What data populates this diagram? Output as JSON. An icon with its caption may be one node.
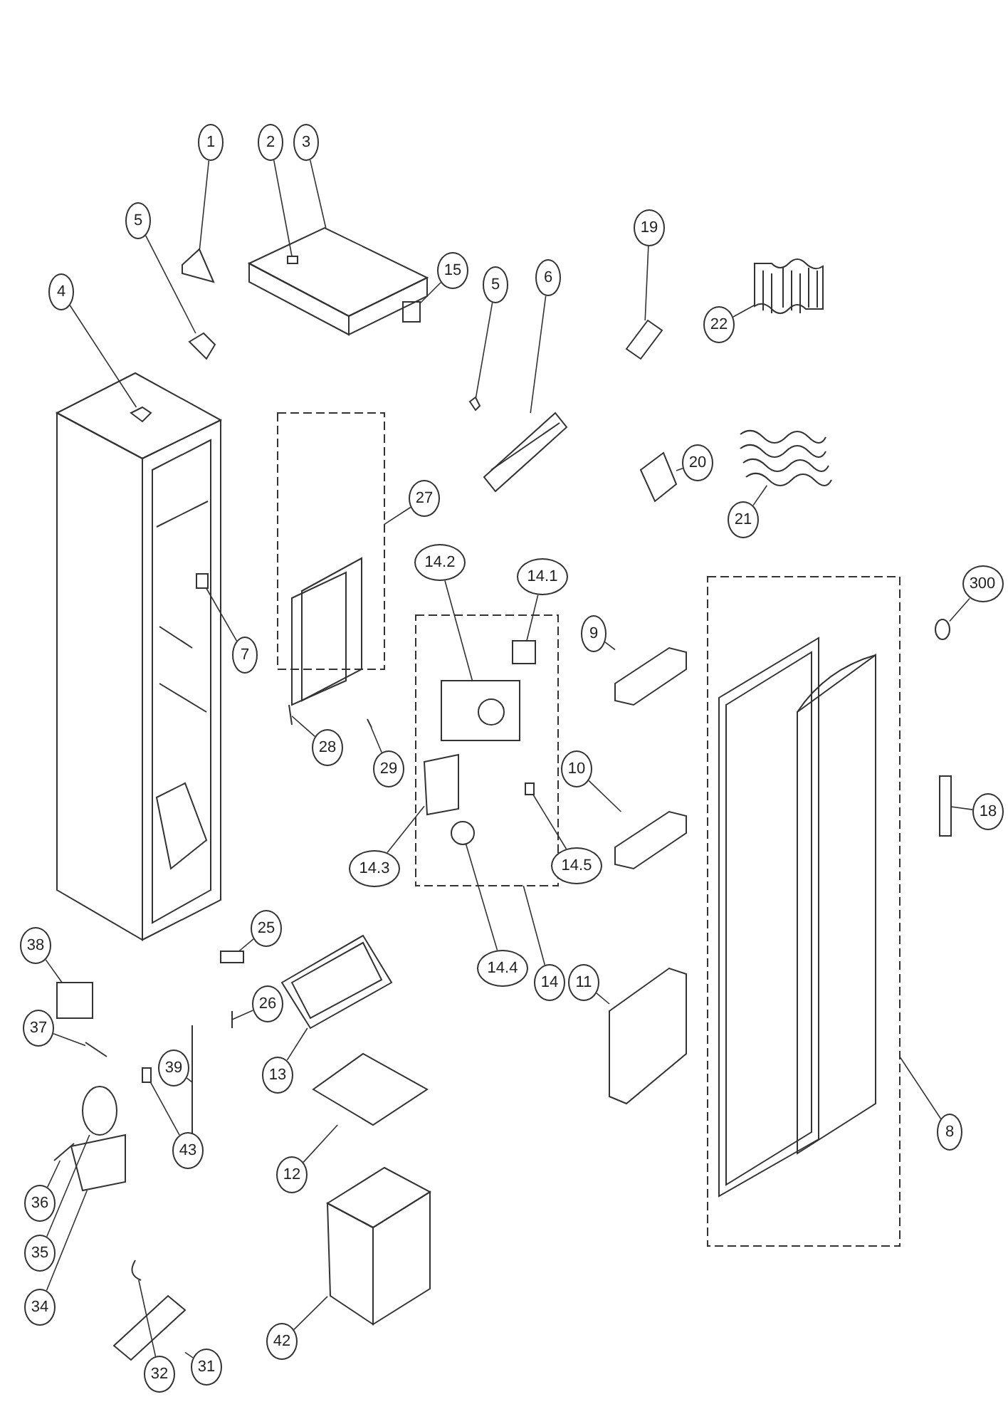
{
  "diagram": {
    "nodes": [
      {
        "text": [
          "1"
        ]
      },
      {
        "text": [
          "2"
        ]
      },
      {
        "text": [
          "3"
        ]
      },
      {
        "text": [
          "5"
        ]
      },
      {
        "text": [
          "4"
        ]
      },
      {
        "text": [
          "15"
        ]
      },
      {
        "text": [
          "5"
        ]
      },
      {
        "text": [
          "6"
        ]
      },
      {
        "text": [
          "19"
        ]
      },
      {
        "text": [
          "22"
        ]
      },
      {
        "text": [
          "20"
        ]
      },
      {
        "text": [
          "21"
        ]
      },
      {
        "text": [
          "27"
        ]
      },
      {
        "text": [
          "14.2"
        ]
      },
      {
        "text": [
          "14.1"
        ]
      },
      {
        "text": [
          "7"
        ]
      },
      {
        "text": [
          "9"
        ]
      },
      {
        "text": [
          "300"
        ]
      },
      {
        "text": [
          "28"
        ]
      },
      {
        "text": [
          "29"
        ]
      },
      {
        "text": [
          "14.3"
        ]
      },
      {
        "text": [
          "14.5"
        ]
      },
      {
        "text": [
          "10"
        ]
      },
      {
        "text": [
          "18"
        ]
      },
      {
        "text": [
          "14.4"
        ]
      },
      {
        "text": [
          "14"
        ]
      },
      {
        "text": [
          "25"
        ]
      },
      {
        "text": [
          "38"
        ]
      },
      {
        "text": [
          "26"
        ]
      },
      {
        "text": [
          "37"
        ]
      },
      {
        "text": [
          "11"
        ]
      },
      {
        "text": [
          "13"
        ]
      },
      {
        "text": [
          "39"
        ]
      },
      {
        "text": [
          "43"
        ]
      },
      {
        "text": [
          "8"
        ]
      },
      {
        "text": [
          "36"
        ]
      },
      {
        "text": [
          "12"
        ]
      },
      {
        "text": [
          "35"
        ]
      },
      {
        "text": [
          "34"
        ]
      },
      {
        "text": [
          "42"
        ]
      },
      {
        "text": [
          "32"
        ]
      },
      {
        "text": [
          "31"
        ]
      },
      {
        "text": [],
        "shape": "box"
      },
      {
        "text": [],
        "shape": "box"
      },
      {
        "text": [],
        "shape": "box"
      },
      {
        "text": [],
        "shape": "picture"
      },
      {
        "text": [],
        "shape": "picture"
      },
      {
        "text": [],
        "shape": "box",
        "in": 46
      },
      {
        "text": [],
        "shape": "picture"
      },
      {
        "text": [],
        "shape": "picture"
      },
      {
        "text": [],
        "shape": "box"
      },
      {
        "text": [],
        "shape": "picture"
      },
      {
        "text": [],
        "shape": "picture"
      },
      {
        "text": [],
        "shape": "picture"
      },
      {
        "text": [],
        "shape": "picture"
      },
      {
        "text": [],
        "shape": "picture"
      },
      {
        "text": [],
        "shape": "picture"
      },
      {
        "text": [],
        "shape": "picture",
        "in": 43
      },
      {
        "text": [],
        "shape": "box",
        "in": 43
      },
      {
        "text": [],
        "shape": "box"
      },
      {
        "text": [],
        "shape": "picture"
      },
      {
        "text": [],
        "shape": "circle"
      },
      {
        "text": [],
        "shape": "picture"
      },
      {
        "text": [],
        "shape": "picture"
      },
      {
        "text": [],
        "shape": "picture",
        "in": 43
      },
      {
        "text": [],
        "shape": "box",
        "in": 43
      },
      {
        "text": [],
        "shape": "picture"
      },
      {
        "text": [],
        "shape": "box"
      },
      {
        "text": [],
        "shape": "circle",
        "in": 43
      },
      {
        "text": [],
        "shape": "box"
      },
      {
        "text": [],
        "shape": "box"
      },
      {
        "text": [],
        "shape": "picture"
      },
      {
        "text": [],
        "shape": "picture"
      },
      {
        "text": [],
        "shape": "picture"
      },
      {
        "text": [],
        "shape": "picture"
      },
      {
        "text": [],
        "shape": "picture"
      },
      {
        "text": [],
        "shape": "box"
      },
      {
        "text": [],
        "shape": "picture"
      },
      {
        "text": [],
        "shape": "picture"
      },
      {
        "text": [],
        "shape": "circle"
      },
      {
        "text": [],
        "shape": "picture"
      },
      {
        "text": [],
        "shape": "picture"
      },
      {
        "text": [],
        "shape": "picture"
      },
      {
        "text": [],
        "shape": "picture"
      }
    ],
    "edges": [
      {
        "from": 0,
        "to": 45,
        "arrow": "none"
      },
      {
        "from": 1,
        "to": 47,
        "arrow": "none"
      },
      {
        "from": 2,
        "to": 46,
        "arrow": "none"
      },
      {
        "from": 3,
        "to": 48,
        "arrow": "none"
      },
      {
        "from": 4,
        "to": 49,
        "arrow": "none"
      },
      {
        "from": 5,
        "to": 50,
        "arrow": "none"
      },
      {
        "from": 6,
        "to": 51,
        "arrow": "none"
      },
      {
        "from": 7,
        "to": 52,
        "arrow": "none"
      },
      {
        "from": 8,
        "to": 53,
        "arrow": "none"
      },
      {
        "from": 9,
        "to": 54,
        "arrow": "none"
      },
      {
        "from": 10,
        "to": 55,
        "arrow": "none"
      },
      {
        "from": 11,
        "to": 56,
        "arrow": "none"
      },
      {
        "from": 12,
        "to": 42,
        "arrow": "none"
      },
      {
        "from": 13,
        "to": 57,
        "arrow": "none"
      },
      {
        "from": 14,
        "to": 58,
        "arrow": "none"
      },
      {
        "from": 15,
        "to": 59,
        "arrow": "none"
      },
      {
        "from": 16,
        "to": 60,
        "arrow": "none"
      },
      {
        "from": 17,
        "to": 61,
        "arrow": "none"
      },
      {
        "from": 18,
        "to": 62,
        "arrow": "none"
      },
      {
        "from": 19,
        "to": 63,
        "arrow": "none"
      },
      {
        "from": 20,
        "to": 64,
        "arrow": "none"
      },
      {
        "from": 21,
        "to": 65,
        "arrow": "none"
      },
      {
        "from": 22,
        "to": 66,
        "arrow": "none"
      },
      {
        "from": 23,
        "to": 67,
        "arrow": "none"
      },
      {
        "from": 24,
        "to": 68,
        "arrow": "none"
      },
      {
        "from": 25,
        "to": 43,
        "arrow": "none"
      },
      {
        "from": 26,
        "to": 69,
        "arrow": "none"
      },
      {
        "from": 27,
        "to": 70,
        "arrow": "none"
      },
      {
        "from": 28,
        "to": 71,
        "arrow": "none"
      },
      {
        "from": 29,
        "to": 72,
        "arrow": "none"
      },
      {
        "from": 30,
        "to": 73,
        "arrow": "none"
      },
      {
        "from": 31,
        "to": 74,
        "arrow": "none"
      },
      {
        "from": 32,
        "to": 75,
        "arrow": "none"
      },
      {
        "from": 33,
        "to": 76,
        "arrow": "none"
      },
      {
        "from": 34,
        "to": 44,
        "arrow": "none"
      },
      {
        "from": 35,
        "to": 77,
        "arrow": "none"
      },
      {
        "from": 36,
        "to": 78,
        "arrow": "none"
      },
      {
        "from": 37,
        "to": 79,
        "arrow": "none"
      },
      {
        "from": 38,
        "to": 80,
        "arrow": "none"
      },
      {
        "from": 39,
        "to": 81,
        "arrow": "none"
      },
      {
        "from": 40,
        "to": 82,
        "arrow": "none"
      },
      {
        "from": 41,
        "to": 83,
        "arrow": "none"
      }
    ]
  }
}
